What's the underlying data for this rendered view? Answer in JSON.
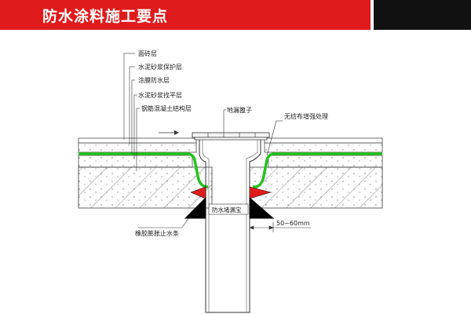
{
  "header": {
    "title": "防水涂料施工要点",
    "accent_color": "#e01b1b",
    "side_color": "#111111"
  },
  "diagram": {
    "layer_labels": [
      "面砖层",
      "水泥砂浆保护层",
      "涂膜防水层",
      "水泥砂浆找平层",
      "钢筋混凝土结构层"
    ],
    "floor_drain_label": "地漏篦子",
    "reinforcement_label": "无纺布增强处理",
    "leak_ring_label": "防水堵漏宝",
    "rubber_strip_label": "橡胶膨胀止水条",
    "dimension_label": "50~60mm",
    "colors": {
      "membrane": "#22c41c",
      "sealant": "#e01b1b",
      "waterstop": "#000000"
    }
  }
}
